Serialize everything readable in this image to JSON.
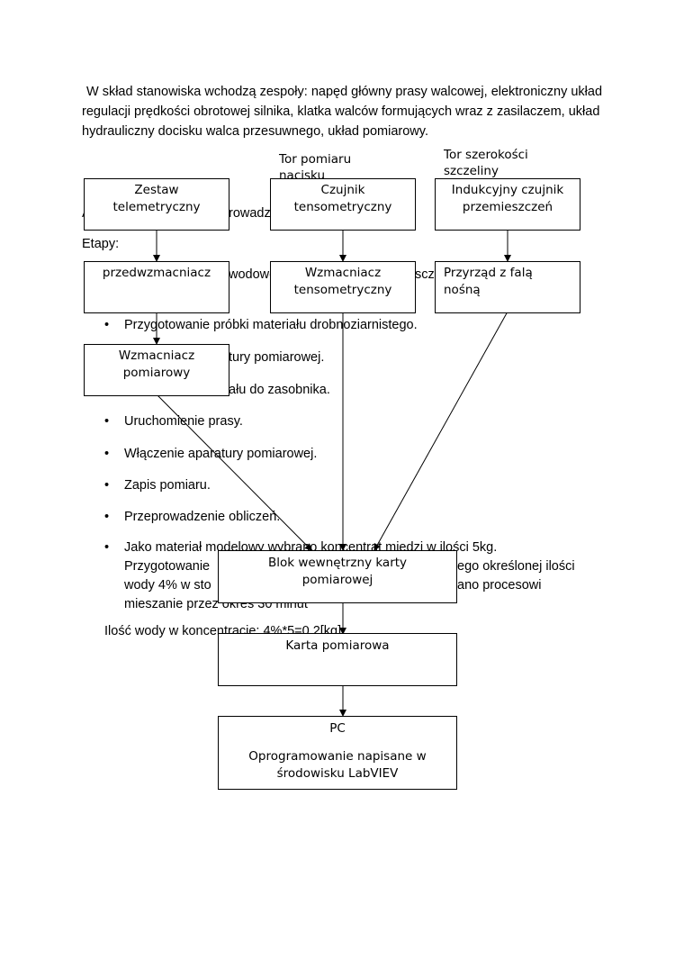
{
  "intro": "W skład stanowiska wchodzą zespoły:  napęd główny prasy walcowej, elektroniczny układ regulacji prędkości obrotowej silnika, klatka walców formujących wraz z zasilaczem, układ hydrauliczny docisku walca przesuwnego, układ pomiarowy.",
  "hidden_fragments": {
    "a_prefix": "A",
    "a_tail": "rowadz",
    "etapy": "Etapy:",
    "wodowe": "wodowe",
    "scz": "scz"
  },
  "steps": [
    "Przygotowanie próbki materiału drobnoziarnistego.",
    "tury pomiarowej.",
    "ału do zasobnika.",
    "Uruchomienie prasy.",
    "Włączenie aparatury pomiarowej.",
    "Zapis pomiaru.",
    "Przeprowadzenie obliczeń."
  ],
  "last_step": {
    "line1": "Jako materiał modelowy wybrano koncentrat miedzi w ilości 5kg.",
    "line2a": "Przygotowanie",
    "line2b": "ego określonej ilości",
    "line3a": "wody 4% w sto",
    "line3b": "ano procesowi",
    "line4": "mieszanie przez okres 30 minut"
  },
  "water_formula": "Ilość wody w koncentracie: 4%*5=0,2[kg]",
  "diagram": {
    "label_pressure": [
      "Tor pomiaru",
      "nacisku"
    ],
    "label_gap": [
      "Tor szerokości",
      "szczeliny"
    ],
    "box_telemetry": [
      "Zestaw",
      "telemetryczny"
    ],
    "box_strain_sensor": [
      "Czujnik",
      "tensometryczny"
    ],
    "box_inductive": [
      "Indukcyjny czujnik",
      "przemieszczeń"
    ],
    "box_preamp": "przedwzmacniacz",
    "box_strain_amp": [
      "Wzmacniacz",
      "tensometryczny"
    ],
    "box_carrier": [
      "Przyrząd z falą",
      "nośną"
    ],
    "box_meas_amp": [
      "Wzmacniacz",
      "pomiarowy"
    ],
    "box_internal_block": [
      "Blok wewnętrzny karty",
      "pomiarowej"
    ],
    "box_card": "Karta pomiarowa",
    "box_pc_title": "PC",
    "box_pc_text": [
      "Oprogramowanie napisane w",
      "środowisku LabVIEV"
    ]
  }
}
